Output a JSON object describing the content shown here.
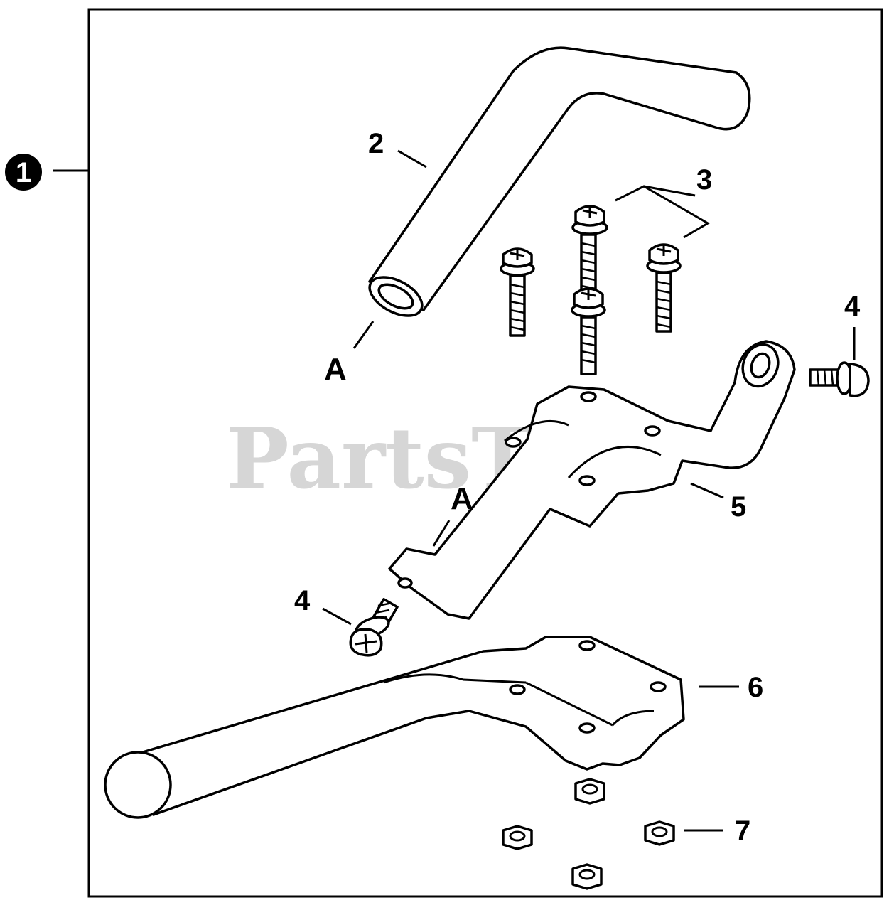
{
  "watermark": "PartsTree",
  "assembly_callout": "1",
  "labels": {
    "handle_grip": "2",
    "screws": "3",
    "bolt_right": "4",
    "bolt_left": "4",
    "upper_bracket": "5",
    "lower_bracket": "6",
    "nuts": "7",
    "mark_a_top": "A",
    "mark_a_mid": "A"
  },
  "colors": {
    "line": "#000000",
    "watermark": "#d6d6d6",
    "background": "#ffffff"
  }
}
